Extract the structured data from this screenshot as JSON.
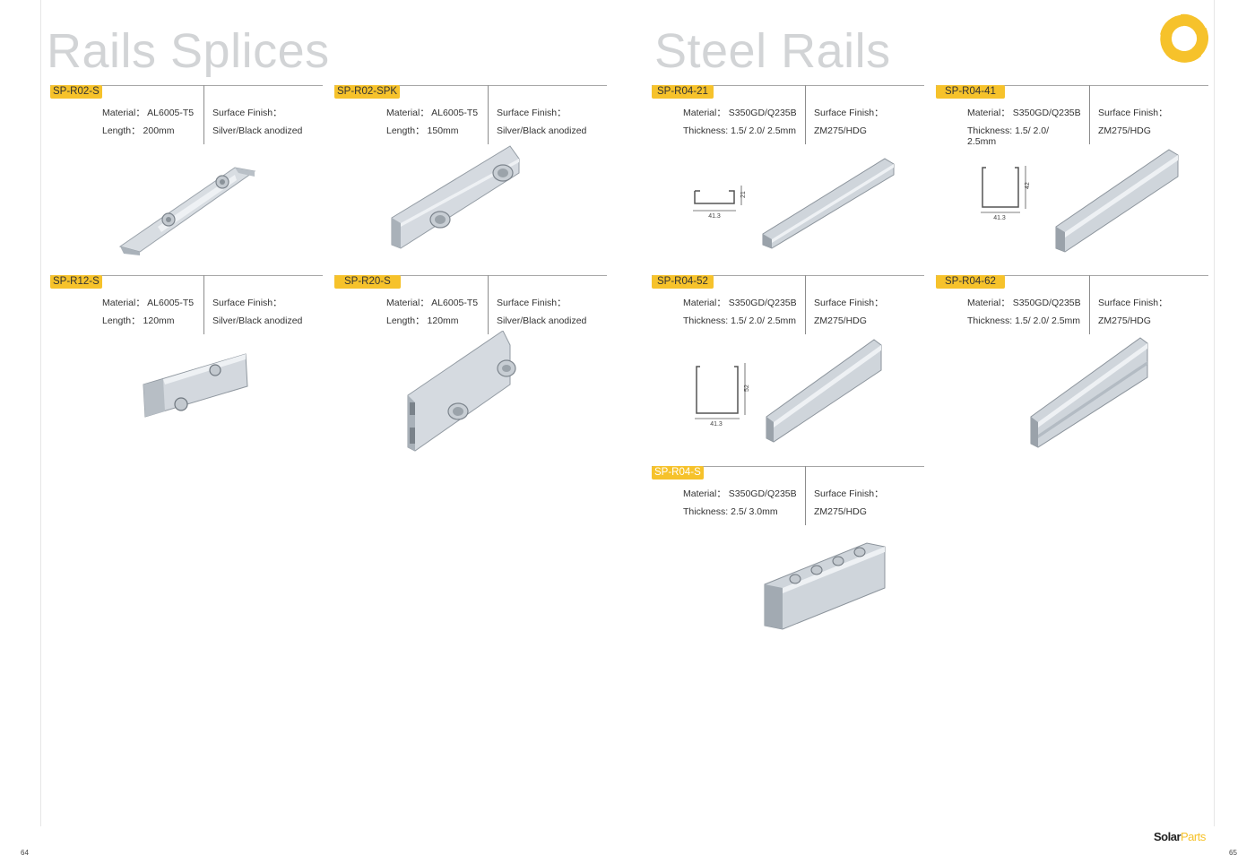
{
  "sections": {
    "left_title": "Rails Splices",
    "right_title": "Steel Rails"
  },
  "colors": {
    "accent": "#f6c22b",
    "title_gray": "#d2d4d6",
    "metal": "#c9ced3"
  },
  "cards": {
    "r02s": {
      "code": "SP-R02-S",
      "l1": "Material： AL6005-T5",
      "l2": "Length： 200mm",
      "r1": "Surface Finish：",
      "r2": "Silver/Black anodized"
    },
    "r02spk": {
      "code": "SP-R02-SPK",
      "l1": "Material： AL6005-T5",
      "l2": "Length： 150mm",
      "r1": "Surface Finish：",
      "r2": "Silver/Black anodized"
    },
    "r12s": {
      "code": "SP-R12-S",
      "l1": "Material： AL6005-T5",
      "l2": "Length： 120mm",
      "r1": "Surface Finish：",
      "r2": "Silver/Black anodized"
    },
    "r20s": {
      "code": "SP-R20-S",
      "l1": "Material： AL6005-T5",
      "l2": "Length： 120mm",
      "r1": "Surface Finish：",
      "r2": "Silver/Black anodized"
    },
    "r0421": {
      "code": "SP-R04-21",
      "l1": "Material： S350GD/Q235B",
      "l2": "Thickness: 1.5/ 2.0/ 2.5mm",
      "r1": "Surface Finish：",
      "r2": "ZM275/HDG",
      "dim_w": "41.3",
      "dim_h": "21"
    },
    "r0441": {
      "code": "SP-R04-41",
      "l1": "Material： S350GD/Q235B",
      "l2": "Thickness: 1.5/ 2.0/",
      "l3": "2.5mm",
      "r1": "Surface Finish：",
      "r2": "ZM275/HDG",
      "dim_w": "41.3",
      "dim_h": "42"
    },
    "r0452": {
      "code": "SP-R04-52",
      "l1": "Material： S350GD/Q235B",
      "l2": "Thickness: 1.5/ 2.0/ 2.5mm",
      "r1": "Surface Finish：",
      "r2": "ZM275/HDG",
      "dim_w": "41.3",
      "dim_h": "52"
    },
    "r0462": {
      "code": "SP-R04-62",
      "l1": "Material： S350GD/Q235B",
      "l2": "Thickness: 1.5/ 2.0/ 2.5mm",
      "r1": "Surface Finish：",
      "r2": "ZM275/HDG"
    },
    "r04s": {
      "code": "SP-R04-S",
      "l1": "Material： S350GD/Q235B",
      "l2": "Thickness: 2.5/ 3.0mm",
      "r1": "Surface Finish：",
      "r2": "ZM275/HDG"
    }
  },
  "footer": {
    "brand_a": "Solar",
    "brand_b": "Parts",
    "page_left": "64",
    "page_right": "65"
  }
}
